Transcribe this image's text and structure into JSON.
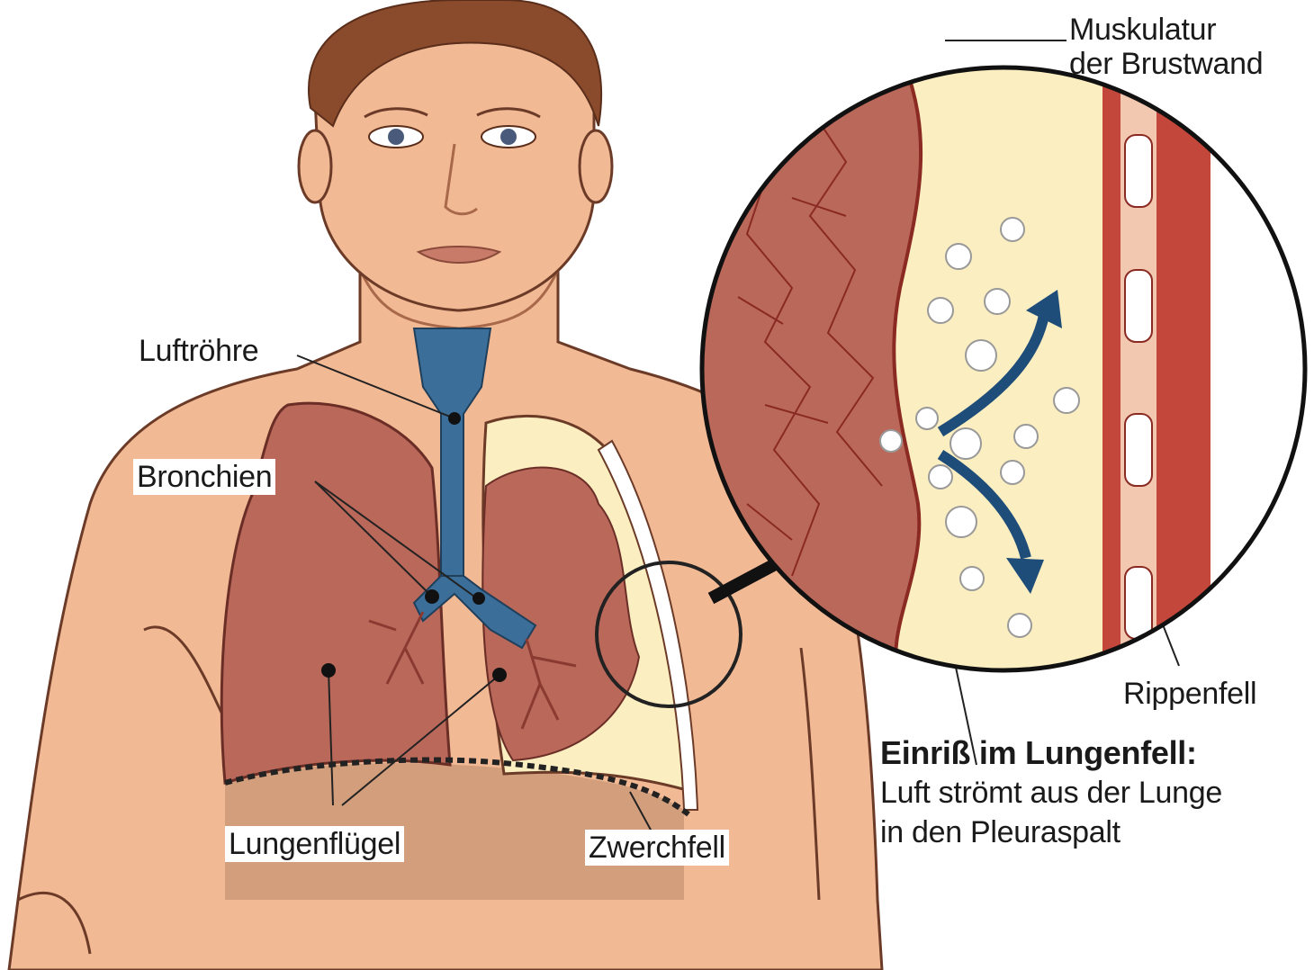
{
  "labels": {
    "muskulatur_line1": "Muskulatur",
    "muskulatur_line2": "der Brustwand",
    "luftroehre": "Luftröhre",
    "bronchien": "Bronchien",
    "rippenfell": "Rippenfell",
    "lungenfluegel": "Lungenflügel",
    "zwerchfell": "Zwerchfell",
    "einriss_title": "Einriß im Lungenfell:",
    "einriss_line1": "Luft strömt aus der Lunge",
    "einriss_line2": "in den Pleuraspalt"
  },
  "colors": {
    "skin": "#f2b995",
    "hair": "#8a4a2c",
    "lung": "#b9685a",
    "pleural_space": "#fbeec0",
    "trachea": "#3b6f99",
    "arrow": "#1f4d7a",
    "muscle": "#c3473a"
  }
}
